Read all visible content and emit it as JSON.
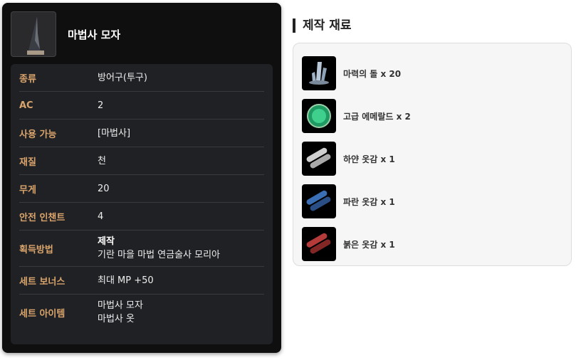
{
  "item": {
    "name": "마법사 모자",
    "icon": "wizard-hat-icon"
  },
  "stats": [
    {
      "label": "종류",
      "value": "방어구(투구)"
    },
    {
      "label": "AC",
      "value": "2"
    },
    {
      "label": "사용 가능",
      "value": "[마법사]"
    },
    {
      "label": "재질",
      "value": "천"
    },
    {
      "label": "무게",
      "value": "20"
    },
    {
      "label": "안전 인챈트",
      "value": "4"
    },
    {
      "label": "획득방법",
      "value": "제작",
      "value2": "기란 마을 마법 연금술사 모리아"
    },
    {
      "label": "세트 보너스",
      "value": "최대 MP +50"
    },
    {
      "label": "세트 아이템",
      "value": "마법사 모자",
      "value2": "마법사 옷"
    }
  ],
  "materials": {
    "heading": "제작 재료",
    "items": [
      {
        "label": "마력의 돌 x 20",
        "icon": "magic-stone-icon"
      },
      {
        "label": "고급 에메랄드 x 2",
        "icon": "emerald-icon"
      },
      {
        "label": "하얀 옷감 x 1",
        "icon": "white-cloth-icon",
        "color": "#cfcfcf"
      },
      {
        "label": "파란 옷감 x 1",
        "icon": "blue-cloth-icon",
        "color": "#3a6fb5"
      },
      {
        "label": "붉은 옷감 x 1",
        "icon": "red-cloth-icon",
        "color": "#b53a3a"
      }
    ]
  }
}
